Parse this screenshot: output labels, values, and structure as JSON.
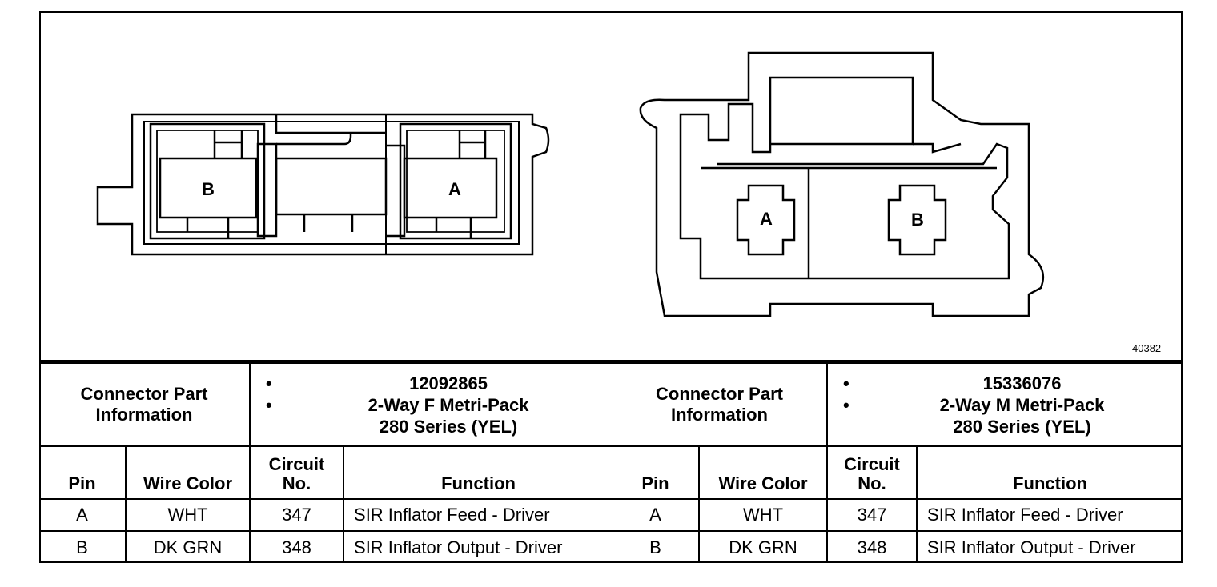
{
  "figure_id": "40382",
  "connectors": [
    {
      "side": "left",
      "connector_label": "Connector Part Information",
      "part_number": "12092865",
      "description_line1": "2-Way F Metri-Pack",
      "description_line2": "280 Series (YEL)",
      "columns": {
        "pin": "Pin",
        "wire_color": "Wire Color",
        "circuit_line1": "Circuit",
        "circuit_line2": "No.",
        "function": "Function"
      },
      "rows": [
        {
          "pin": "A",
          "wire_color": "WHT",
          "circuit": "347",
          "function": "SIR Inflator Feed - Driver"
        },
        {
          "pin": "B",
          "wire_color": "DK GRN",
          "circuit": "348",
          "function": "SIR Inflator Output - Driver"
        }
      ],
      "cavity_labels": [
        "B",
        "A"
      ]
    },
    {
      "side": "right",
      "connector_label": "Connector Part Information",
      "part_number": "15336076",
      "description_line1": "2-Way M Metri-Pack",
      "description_line2": "280 Series (YEL)",
      "columns": {
        "pin": "Pin",
        "wire_color": "Wire Color",
        "circuit_line1": "Circuit",
        "circuit_line2": "No.",
        "function": "Function"
      },
      "rows": [
        {
          "pin": "A",
          "wire_color": "WHT",
          "circuit": "347",
          "function": "SIR Inflator Feed - Driver"
        },
        {
          "pin": "B",
          "wire_color": "DK GRN",
          "circuit": "348",
          "function": "SIR Inflator Output - Driver"
        }
      ],
      "cavity_labels": [
        "A",
        "B"
      ]
    }
  ]
}
